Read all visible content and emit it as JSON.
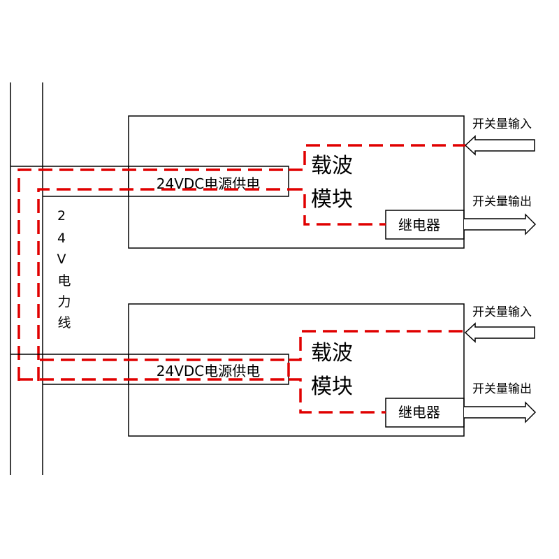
{
  "powerline_label": [
    "2",
    "4",
    "V",
    "电",
    "力",
    "线"
  ],
  "units": [
    {
      "power_box_label": "24VDC电源供电",
      "carrier_label_line1": "载波",
      "carrier_label_line2": "模块",
      "relay_label": "继电器",
      "input_label": "开关量输入",
      "output_label": "开关量输出"
    },
    {
      "power_box_label": "24VDC电源供电",
      "carrier_label_line1": "载波",
      "carrier_label_line2": "模块",
      "relay_label": "继电器",
      "input_label": "开关量输入",
      "output_label": "开关量输出"
    }
  ],
  "colors": {
    "line": "#000000",
    "signal_path": "#e00000"
  }
}
